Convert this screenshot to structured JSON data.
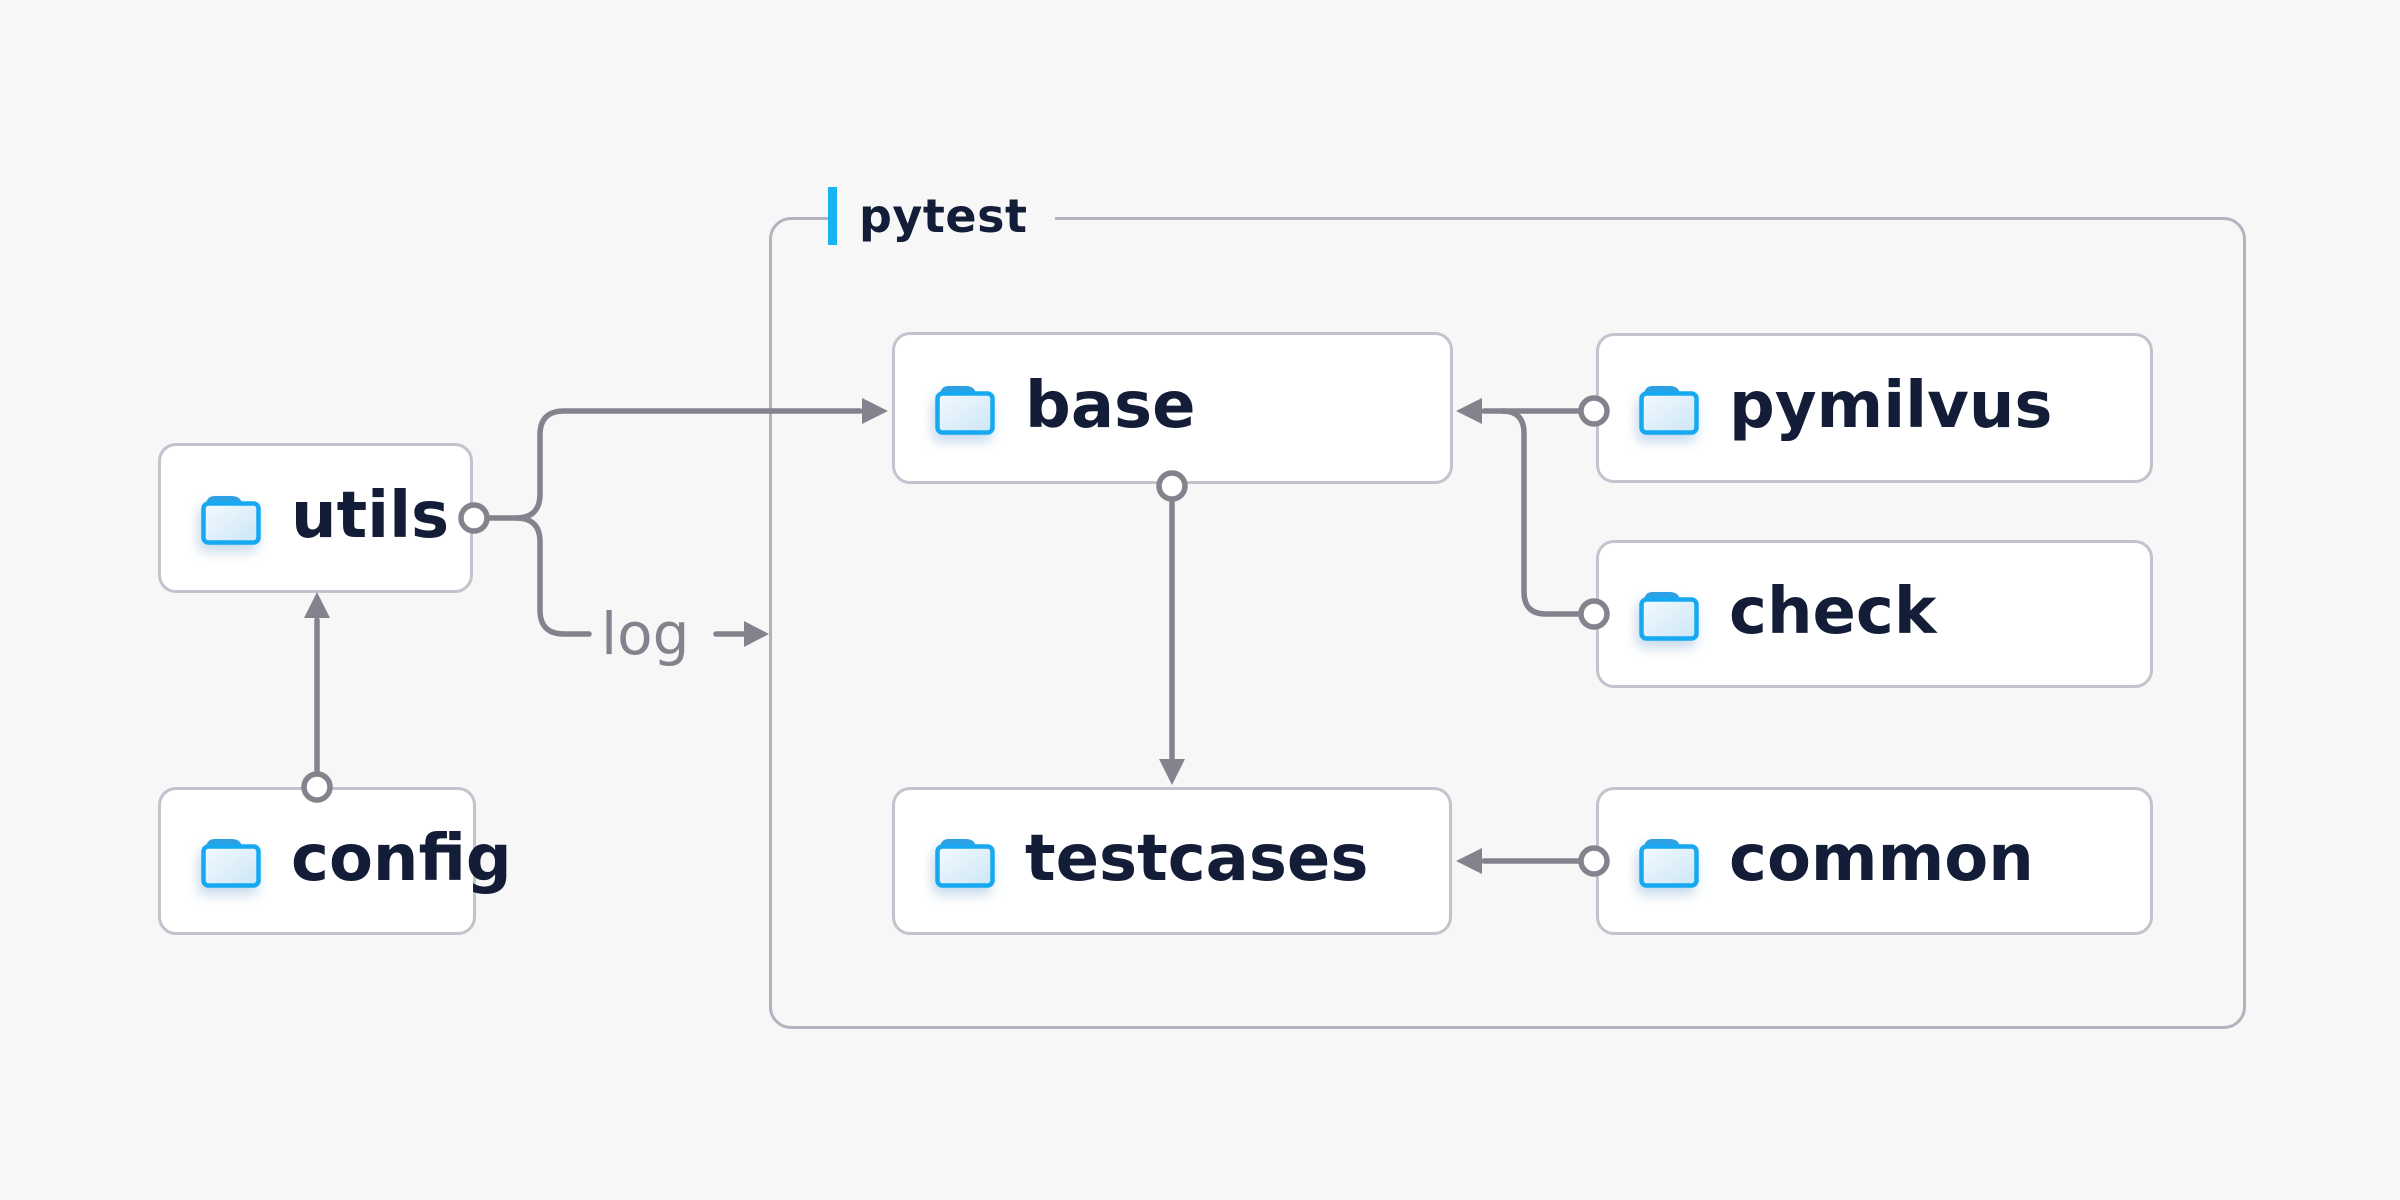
{
  "diagram": {
    "title_group": {
      "label": "pytest"
    },
    "nodes": {
      "utils": {
        "label": "utils",
        "icon": "folder-icon"
      },
      "config": {
        "label": "config",
        "icon": "folder-icon"
      },
      "base": {
        "label": "base",
        "icon": "folder-icon"
      },
      "pymilvus": {
        "label": "pymilvus",
        "icon": "folder-icon"
      },
      "check": {
        "label": "check",
        "icon": "folder-icon"
      },
      "testcases": {
        "label": "testcases",
        "icon": "folder-icon"
      },
      "common": {
        "label": "common",
        "icon": "folder-icon"
      }
    },
    "edges": [
      {
        "from": "config",
        "to": "utils",
        "label": ""
      },
      {
        "from": "utils",
        "to": "base",
        "label": ""
      },
      {
        "from": "utils",
        "to": "pytest-group",
        "label": "log"
      },
      {
        "from": "pymilvus",
        "to": "base",
        "label": ""
      },
      {
        "from": "check",
        "to": "base",
        "label": ""
      },
      {
        "from": "base",
        "to": "testcases",
        "label": ""
      },
      {
        "from": "common",
        "to": "testcases",
        "label": ""
      }
    ],
    "colors": {
      "background": "#f7f7f8",
      "accent_cyan": "#18b3f2",
      "line_gray": "#83838d",
      "node_text_navy": "#131d37",
      "node_border": "#c3c3cd",
      "group_border": "#b3b3bf",
      "folder_stroke": "#16a9f1",
      "folder_tab": "#2d9fe3"
    }
  }
}
